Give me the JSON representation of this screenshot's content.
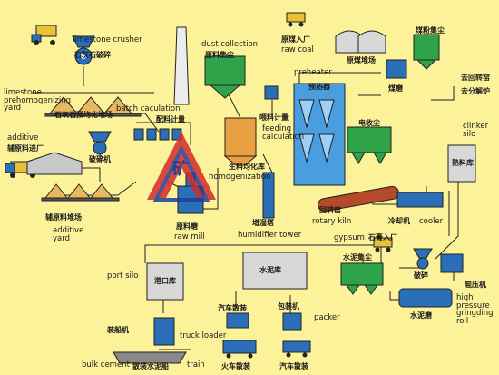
{
  "labels": {
    "limestone_crusher": "limestone crusher",
    "limestone_crusher_cn": "石灰石破碎",
    "limestone_yard": "limestone\nprehomogenizing\nyard",
    "limestone_yard_cn": "石灰石预均化堆场",
    "additive_cn_top": "additive",
    "additive_shed_cn": "辅原料进厂",
    "crusher_cn": "破碎机",
    "additive_yard_cn": "辅原料堆场",
    "additive_yard": "additive\nyard",
    "batch_calc": "batch caculation",
    "batch_calc_cn": "配料计量",
    "dust_collection": "dust collection",
    "raw_dust_cn": "原料集尘",
    "feeding_cn": "喂料计量",
    "feeding_en": "feeding\ncalculation",
    "homog_cn": "生料均化库",
    "homog_en": "homogenization",
    "raw_mill_cn": "原料磨",
    "raw_mill": "raw mill",
    "humid_cn": "增湿塔",
    "humid_en": "humidifier tower",
    "raw_coal_cn": "原煤入厂",
    "raw_coal": "raw coal",
    "coal_yard_cn": "原煤堆场",
    "coal_dust_cn": "煤粉集尘",
    "coal_mill_cn": "煤磨",
    "to_kiln_cn": "去回转窑",
    "to_decomp_cn": "去分解炉",
    "preheater": "preheater",
    "preheater_cn": "预热器",
    "electro_dust_cn": "电收尘",
    "clinker_silo": "clinker\nsilo",
    "clinker_silo_cn": "熟料库",
    "rotary_kiln_cn": "回转窑",
    "rotary_kiln": "rotary kiln",
    "cooler_cn": "冷却机",
    "cooler": "cooler",
    "gypsum": "gypsum",
    "gypsum_cn": "石膏入厂",
    "cement_dust_cn": "水泥集尘",
    "crusher2_cn": "破碎",
    "cement_mill_cn": "水泥磨",
    "roll_press_cn": "辊压机",
    "hp_roll": "high\npressure\ngringding\nroll",
    "port_silo": "port silo",
    "port_silo_cn": "港口库",
    "cement_silo_cn": "水泥库",
    "ship_cn": "装船机",
    "truck_pack_cn": "汽车散装",
    "packer_cn": "包装机",
    "packer": "packer",
    "truck_loader": "truck loader",
    "bulk_cement": "bulk cement",
    "ship_cement_cn": "散装水泥船",
    "train": "train",
    "train_cn": "火车散装",
    "truck_bulk_cn": "汽车散装",
    "watermark": "矿"
  },
  "colors": {
    "background": "#fbf29a",
    "line": "#222222",
    "equipment_blue": "#2a6fb8",
    "filter_green": "#2fa34a",
    "silo_grey": "#d8d8d8",
    "kiln_red": "#b44a2a",
    "preheater_blue": "#4a9ee0",
    "tank_orange": "#e8a040"
  }
}
